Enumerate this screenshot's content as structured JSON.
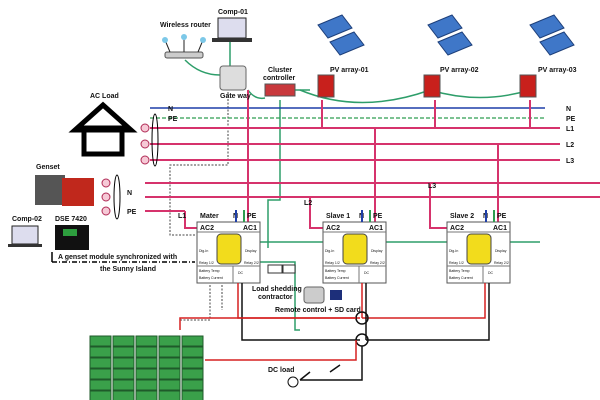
{
  "network": {
    "comp01": "Comp-01",
    "router": "Wireless router",
    "gateway": "Gate way",
    "cluster_line1": "Cluster",
    "cluster_line2": "controller",
    "comp02": "Comp-02",
    "dse": "DSE 7420"
  },
  "pv": [
    "PV array-01",
    "PV array-02",
    "PV array-03"
  ],
  "ac_load": "AC Load",
  "genset": "Genset",
  "bus": {
    "n": "N",
    "pe": "PE",
    "l1": "L1",
    "l2": "L2",
    "l3": "L3"
  },
  "sync_note_line1": "A genset module synchronized with",
  "sync_note_line2": "the Sunny Island",
  "inverters": [
    {
      "name": "Mater",
      "phase": "L1"
    },
    {
      "name": "Slave 1",
      "phase": "L2"
    },
    {
      "name": "Slave 2",
      "phase": "L3"
    }
  ],
  "inverter_ports": {
    "ac2": "AC2",
    "ac1": "AC1",
    "dig_in": "Dig-In",
    "display": "Display",
    "relay1": "Relay 1/2",
    "relay2": "Relay 2/2",
    "bat_temp": "Battery Temp",
    "bat_current": "Battery Current",
    "dc": "DC",
    "n": "N",
    "pe": "PE"
  },
  "load_shedding_line1": "Load shedding",
  "load_shedding_line2": "contractor",
  "remote": "Remote control + SD card",
  "dc_load": "DC load",
  "colors": {
    "line": "#d6336c",
    "neutral": "#1f3fa8",
    "pe": "#2e9e50",
    "comm": "#2e9e6a",
    "dc_pos": "#d62020",
    "inverter": "#f2dc1c"
  }
}
